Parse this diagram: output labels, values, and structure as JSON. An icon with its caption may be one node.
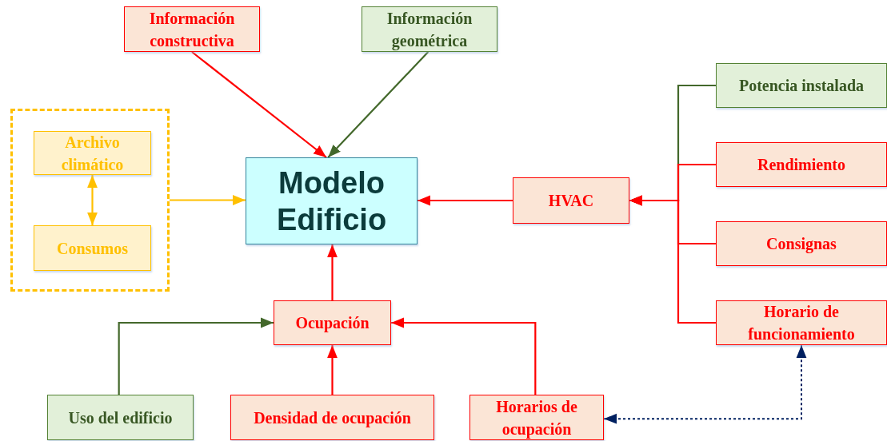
{
  "diagram": {
    "nodes": [
      {
        "text": [
          "Información constructiva"
        ]
      },
      {
        "text": [
          "Información geométrica"
        ]
      },
      {
        "text": [],
        "shape": "box"
      },
      {
        "text": [
          "Archivo climático"
        ],
        "in": 2
      },
      {
        "text": [
          "Consumos"
        ],
        "in": 2
      },
      {
        "text": [
          "Modelo Edificio"
        ]
      },
      {
        "text": [
          "HVAC"
        ]
      },
      {
        "text": [
          "Potencia instalada"
        ]
      },
      {
        "text": [
          "Rendimiento"
        ]
      },
      {
        "text": [
          "Consignas"
        ]
      },
      {
        "text": [
          "Horario de funcionamiento"
        ]
      },
      {
        "text": [
          "Ocupación"
        ]
      },
      {
        "text": [
          "Uso del edificio"
        ]
      },
      {
        "text": [
          "Densidad de ocupación"
        ]
      },
      {
        "text": [
          "Horarios de ocupación"
        ]
      }
    ],
    "edges": [
      {
        "from": 0,
        "to": 5,
        "arrow": "to"
      },
      {
        "from": 1,
        "to": 5,
        "arrow": "to",
        "color": "#43682b"
      },
      {
        "from": 3,
        "to": 4,
        "arrow": "both",
        "color": "#ffc000"
      },
      {
        "from": 2,
        "to": 5,
        "arrow": "to",
        "color": "#ffc000"
      },
      {
        "from": 6,
        "to": 5,
        "arrow": "to"
      },
      {
        "from": 7,
        "to": 6,
        "arrow": "to",
        "color": "#43682b"
      },
      {
        "from": 8,
        "to": 6,
        "arrow": "to"
      },
      {
        "from": 9,
        "to": 6,
        "arrow": "to"
      },
      {
        "from": 10,
        "to": 6,
        "arrow": "to"
      },
      {
        "from": 11,
        "to": 5,
        "arrow": "to"
      },
      {
        "from": 12,
        "to": 11,
        "arrow": "to",
        "color": "#43682b"
      },
      {
        "from": 13,
        "to": 11,
        "arrow": "to"
      },
      {
        "from": 14,
        "to": 11,
        "arrow": "to"
      },
      {
        "from": 14,
        "to": 10,
        "arrow": "both",
        "style": "dashed",
        "color": "#002060"
      }
    ]
  }
}
